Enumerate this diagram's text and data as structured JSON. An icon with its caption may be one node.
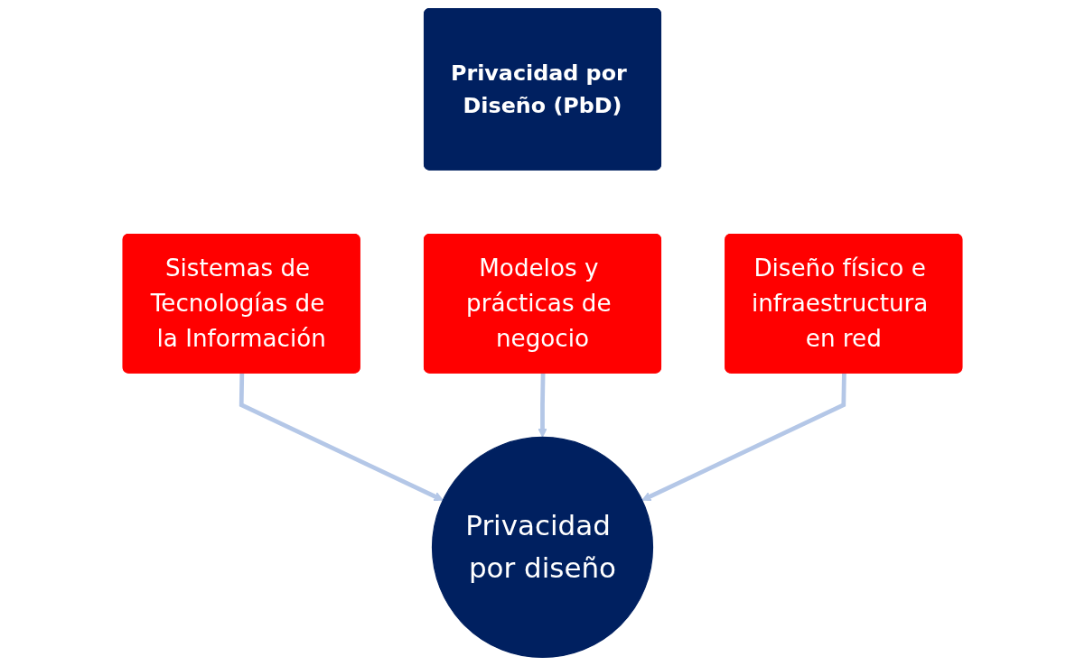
{
  "diagram": {
    "nodes": [
      {
        "text": [
          "Privacidad por Diseño (PbD)"
        ]
      },
      {
        "text": [
          "Modelos y prácticas de negocio"
        ]
      },
      {
        "text": [
          "Sistemas de Tecnologías de la Información"
        ]
      },
      {
        "text": [
          "Diseño físico e infraestructura en red"
        ]
      },
      {
        "text": [
          "Privacidad por diseño"
        ]
      }
    ],
    "edges": [
      {
        "from": 2,
        "to": 4,
        "arrow": "to"
      },
      {
        "from": 1,
        "to": 4,
        "arrow": "to"
      },
      {
        "from": 3,
        "to": 4,
        "arrow": "to"
      }
    ]
  }
}
